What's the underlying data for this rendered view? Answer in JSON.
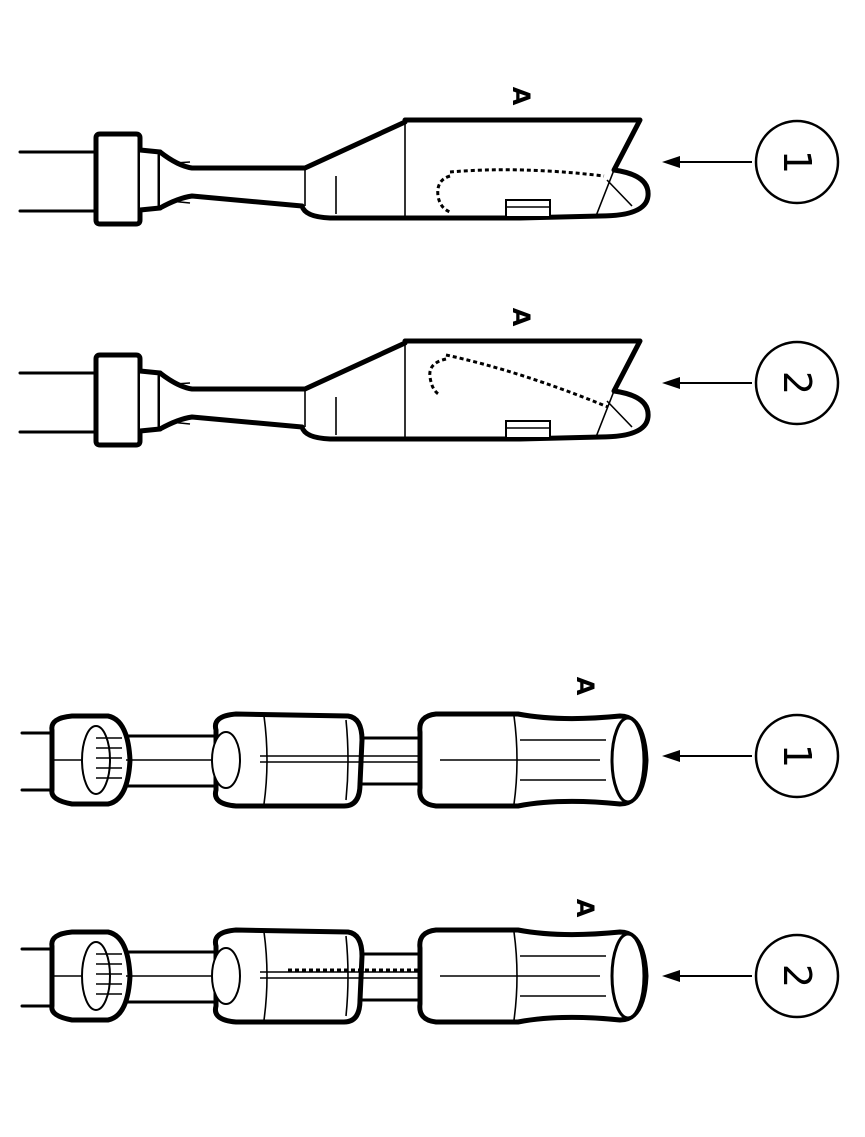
{
  "diagram": {
    "top_terminals": [
      {
        "letter_label": "A",
        "callout_number": "1"
      },
      {
        "letter_label": "A",
        "callout_number": "2"
      }
    ],
    "bottom_terminals": [
      {
        "letter_label": "A",
        "callout_number": "1"
      },
      {
        "letter_label": "A",
        "callout_number": "2"
      }
    ],
    "colors": {
      "line": "#000000",
      "background": "#ffffff"
    }
  }
}
